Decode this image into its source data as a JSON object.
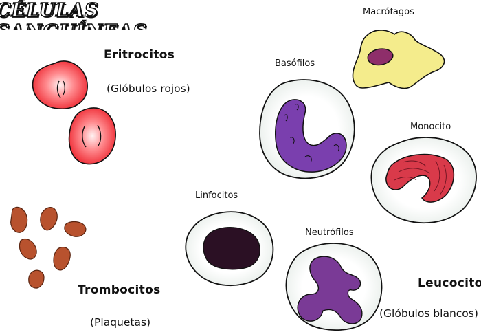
{
  "title": "CÉLULAS SANGUÍNEAS",
  "labels": {
    "eritrocitos": "Eritrocitos",
    "globulos_rojos": "(Glóbulos rojos)",
    "macrofagos": "Macrófagos",
    "basofilos": "Basófilos",
    "monocito": "Monocito",
    "linfocitos": "Linfocitos",
    "neutrofilos": "Neutrófilos",
    "trombocitos": "Trombocitos",
    "plaquetas": "(Plaquetas)",
    "leucocitos": "Leucocitos",
    "globulos_blancos": "(Glóbulos blancos)"
  },
  "colors": {
    "erythrocyte": "#f0343c",
    "platelet": "#b8522e",
    "macrophage": "#f4ec8c",
    "macrophage_nucleus": "#8e2e6a",
    "basophil_nucleus": "#7a3fae",
    "monocyte_nucleus": "#d93a4a",
    "lymphocyte_nucleus": "#2b1024",
    "neutrophil_nucleus": "#7a3a96"
  }
}
